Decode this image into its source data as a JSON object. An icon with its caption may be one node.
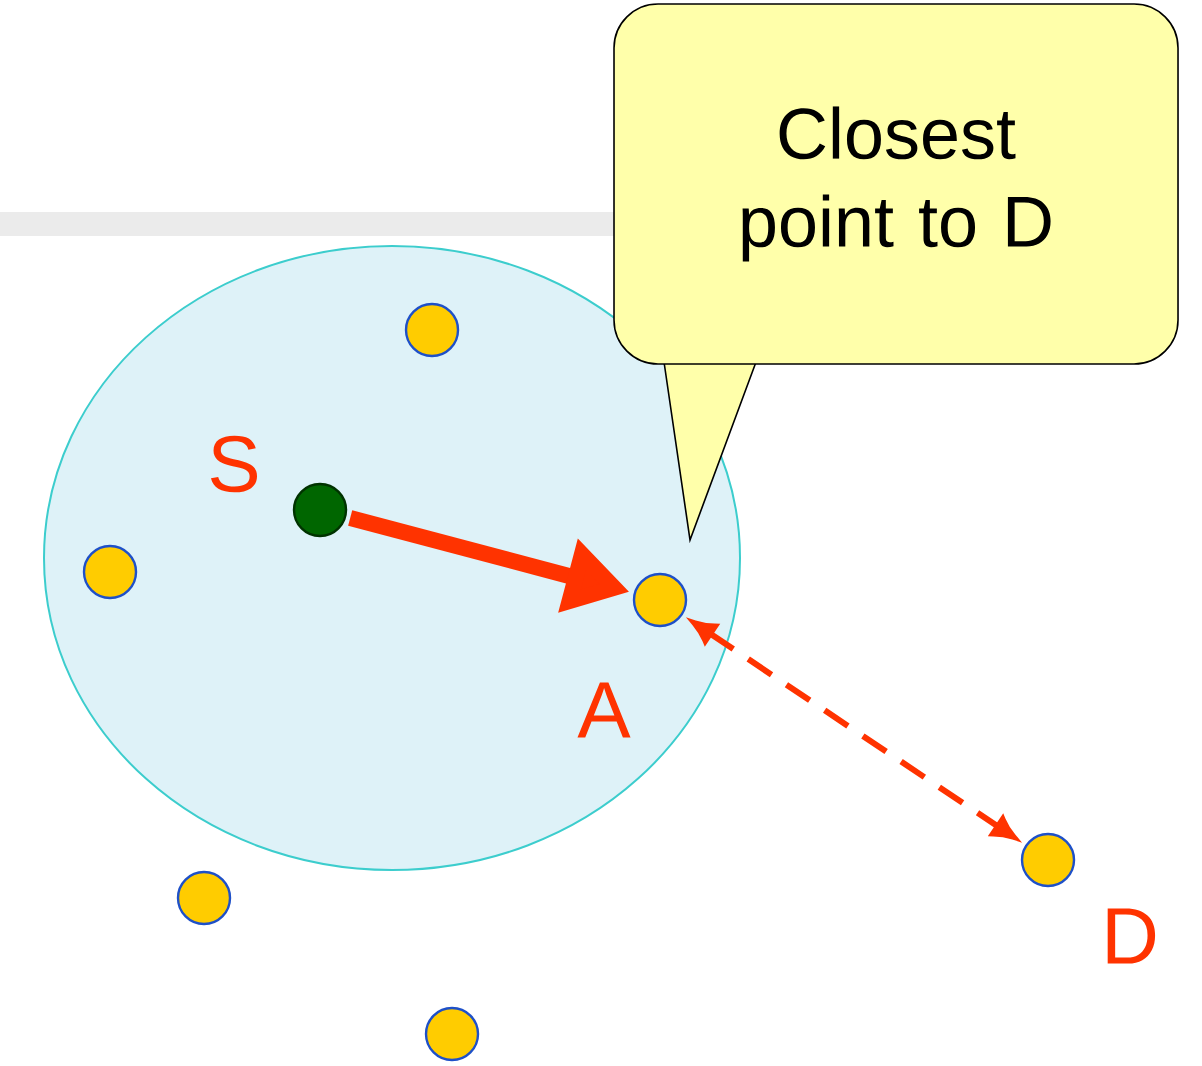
{
  "diagram": {
    "nodes": [
      {
        "text": [],
        "shape": "circle"
      },
      {
        "text": [
          "Closest point to D"
        ]
      },
      {
        "text": [],
        "shape": "circle",
        "in": 0
      },
      {
        "text": [],
        "shape": "circle",
        "in": 0,
        "beside": [
          "S"
        ]
      },
      {
        "text": [],
        "shape": "circle",
        "in": 0
      },
      {
        "text": [],
        "shape": "circle",
        "in": 0,
        "beside": [
          "A"
        ]
      },
      {
        "text": [],
        "shape": "circle",
        "beside": [
          "D"
        ]
      },
      {
        "text": [],
        "shape": "circle"
      },
      {
        "text": [],
        "shape": "circle"
      }
    ],
    "edges": [
      {
        "from": 3,
        "to": 5,
        "arrow": "to",
        "style": "thick"
      },
      {
        "from": 5,
        "to": 6,
        "arrow": "both",
        "style": "dashed"
      }
    ]
  }
}
